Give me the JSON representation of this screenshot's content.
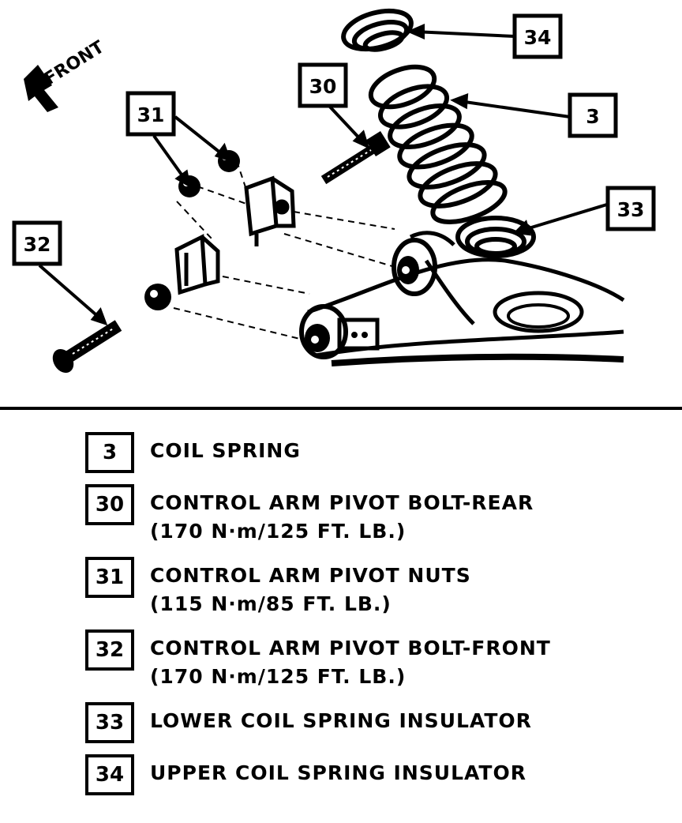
{
  "diagram": {
    "front_label": "FRONT",
    "callouts": [
      "34",
      "30",
      "31",
      "3",
      "33",
      "32"
    ]
  },
  "legend": [
    {
      "num": "3",
      "line1": "COIL SPRING",
      "line2": ""
    },
    {
      "num": "30",
      "line1": "CONTROL ARM PIVOT BOLT-REAR",
      "line2": "(170 N·m/125 FT. LB.)"
    },
    {
      "num": "31",
      "line1": "CONTROL ARM PIVOT NUTS",
      "line2": "(115 N·m/85 FT. LB.)"
    },
    {
      "num": "32",
      "line1": "CONTROL ARM PIVOT BOLT-FRONT",
      "line2": "(170 N·m/125 FT. LB.)"
    },
    {
      "num": "33",
      "line1": "LOWER COIL SPRING INSULATOR",
      "line2": ""
    },
    {
      "num": "34",
      "line1": "UPPER COIL SPRING INSULATOR",
      "line2": ""
    }
  ]
}
